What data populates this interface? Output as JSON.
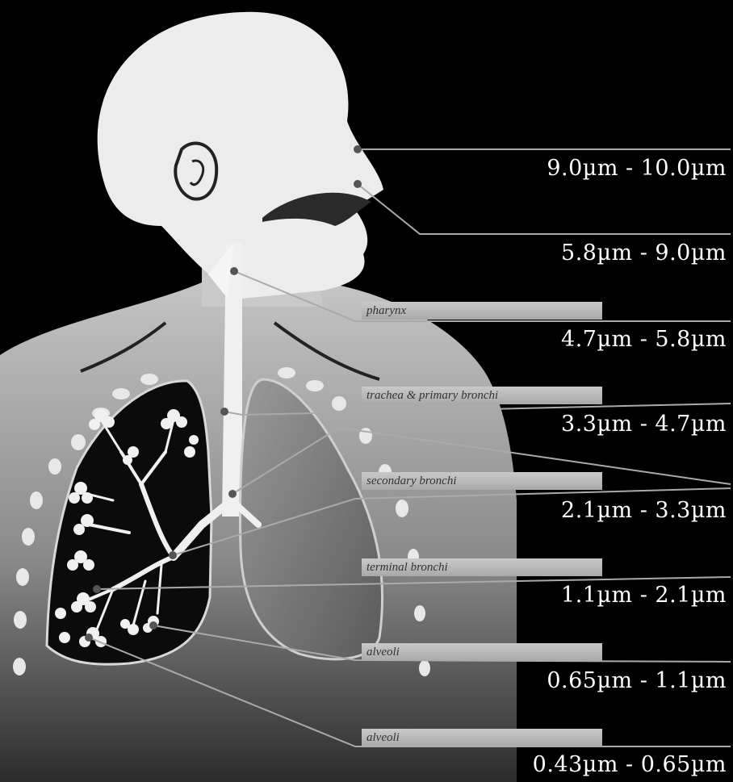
{
  "ranges": [
    "9.0µm - 10.0µm",
    "5.8µm - 9.0µm",
    "4.7µm - 5.8µm",
    "3.3µm - 4.7µm",
    "2.1µm - 3.3µm",
    "1.1µm - 2.1µm",
    "0.65µm - 1.1µm",
    "0.43µm - 0.65µm"
  ],
  "regions": [
    "pharynx",
    "trachea & primary bronchi",
    "secondary bronchi",
    "terminal bronchi",
    "alveoli",
    "alveoli"
  ],
  "colors": {
    "background": "#000000",
    "head": "#e6e6e6",
    "body_gradient_top": "#bdbdbd",
    "body_gradient_bottom": "#3a3a3a",
    "lung": "#0d0d0d",
    "text": "#ffffff",
    "label_bar": "#b8b8b8"
  }
}
